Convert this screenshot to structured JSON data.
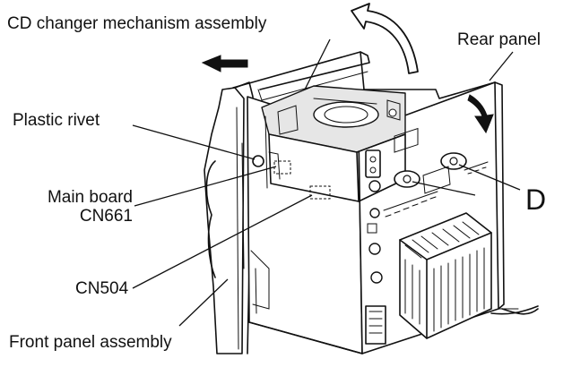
{
  "labels": {
    "cd_changer": "CD changer mechanism assembly",
    "rear_panel": "Rear panel",
    "plastic_rivet": "Plastic rivet",
    "main_board_line1": "Main board",
    "main_board_line2": "CN661",
    "cn504": "CN504",
    "front_panel": "Front panel assembly",
    "d_marker": "D"
  },
  "colors": {
    "line": "#111111",
    "background": "#ffffff",
    "arrow_fill": "#111111"
  },
  "icons": {
    "direction_arrows": [
      "arrow-left-icon",
      "curved-arrow-up-icon",
      "curved-arrow-down-icon"
    ]
  }
}
